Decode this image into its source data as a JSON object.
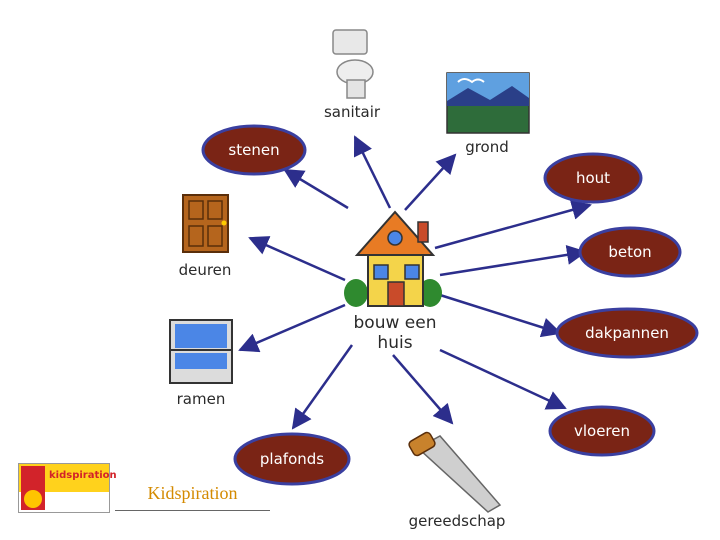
{
  "center": {
    "line1": "bouw een",
    "line2": "huis"
  },
  "nodes": {
    "sanitair": "sanitair",
    "grond": "grond",
    "stenen": "stenen",
    "hout": "hout",
    "deuren": "deuren",
    "beton": "beton",
    "dakpannen": "dakpannen",
    "ramen": "ramen",
    "vloeren": "vloeren",
    "plafonds": "plafonds",
    "gereedschap": "gereedschap"
  },
  "footer": {
    "logo_text": "kidspiration",
    "caption": "Kidspiration"
  },
  "colors": {
    "oval": "#7a2415",
    "arrow": "#2c2e8c",
    "accent": "#d48a00"
  }
}
